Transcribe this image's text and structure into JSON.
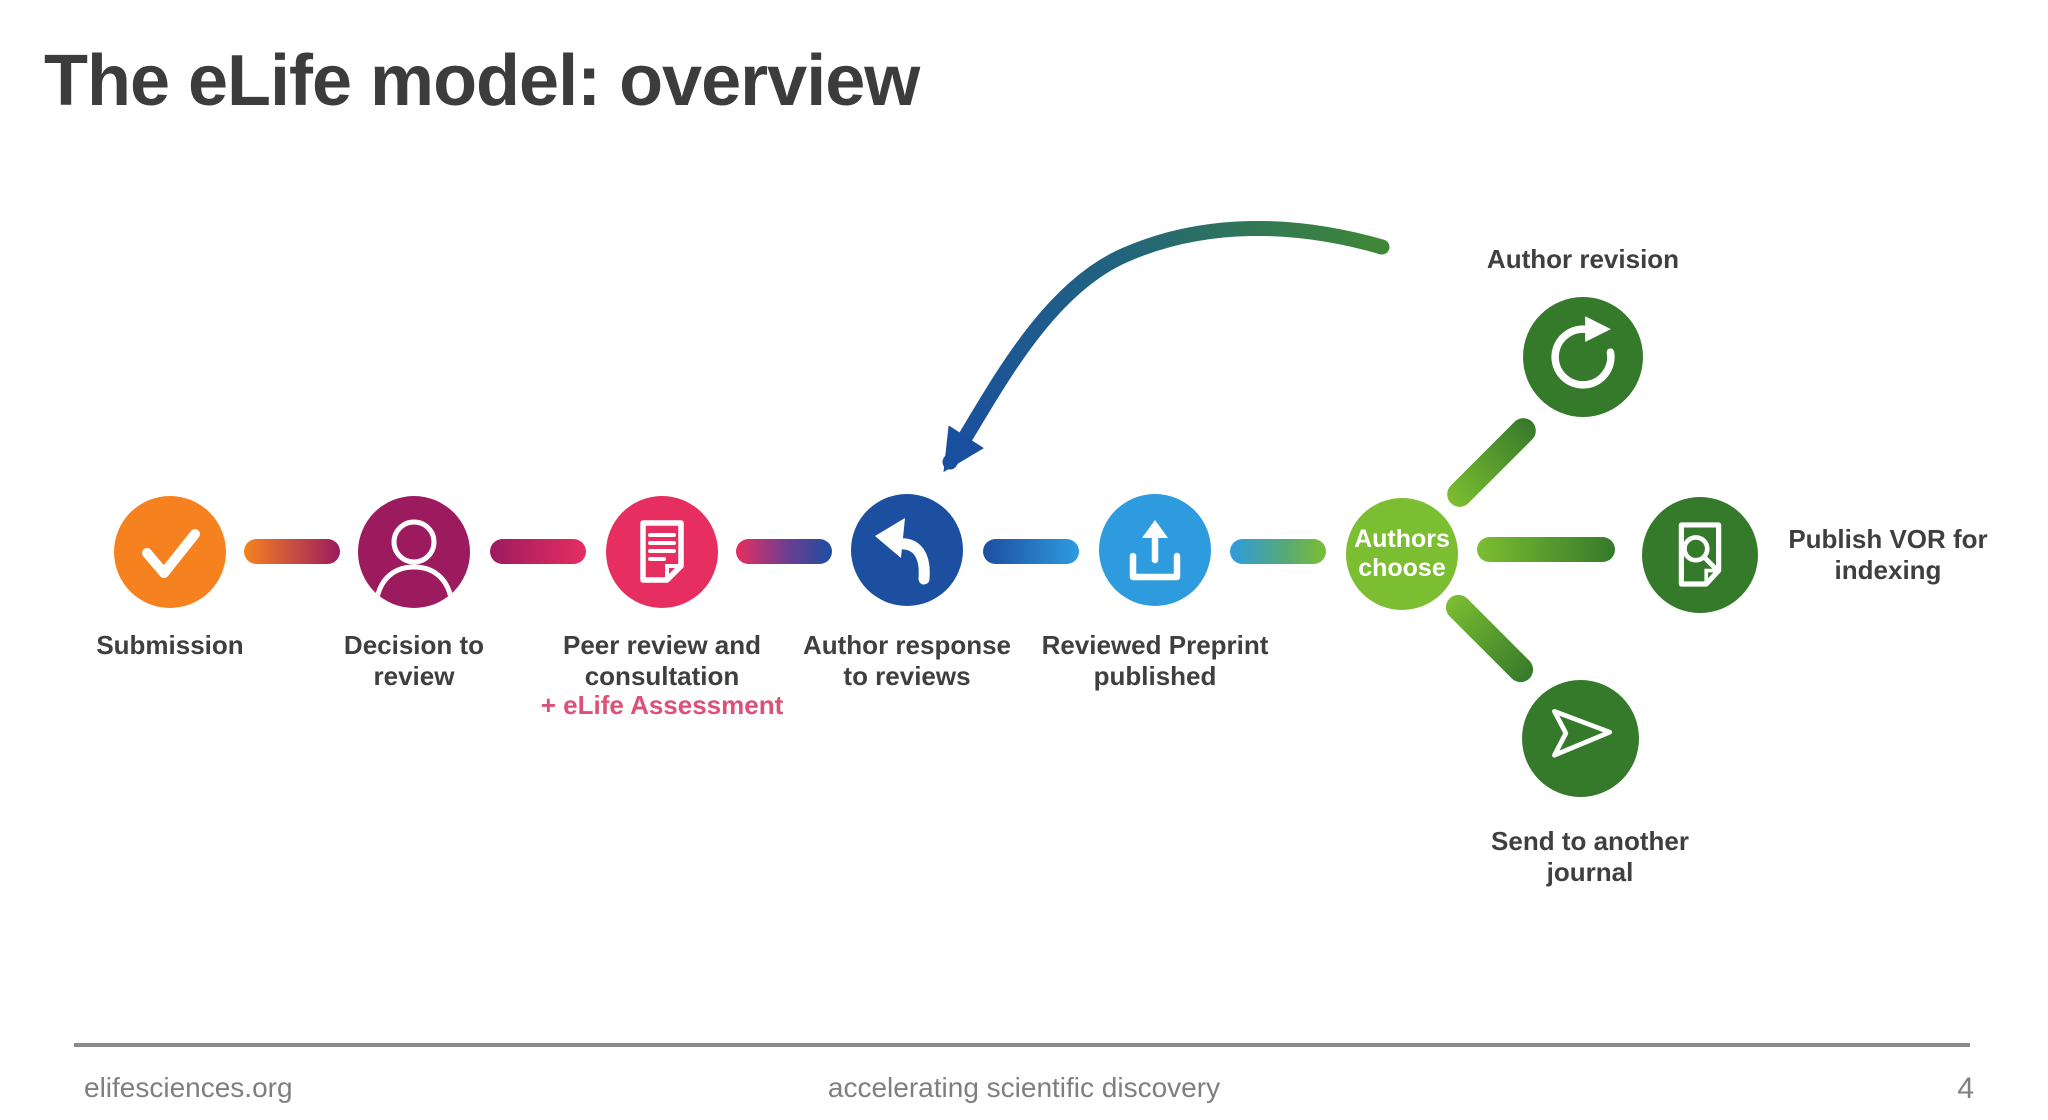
{
  "slide": {
    "title": "The eLife model: overview"
  },
  "flow": {
    "nodes": [
      {
        "label": "Submission",
        "icon": "check-icon",
        "color": "#f5821f"
      },
      {
        "label": "Decision to\nreview",
        "icon": "person-icon",
        "color": "#9c1b5f"
      },
      {
        "label": "Peer review and\nconsultation",
        "icon": "document-lines-icon",
        "color": "#e62e60",
        "note": "+ eLife Assessment",
        "note_color": "#dd5178"
      },
      {
        "label": "Author response\nto reviews",
        "icon": "reply-arrow-icon",
        "color": "#1c4fa0"
      },
      {
        "label": "Reviewed Preprint\npublished",
        "icon": "upload-icon",
        "color": "#2e9bdf"
      },
      {
        "label": "Authors\nchoose",
        "icon": "none",
        "color": "#7cbe31"
      },
      {
        "label": "Author revision",
        "icon": "refresh-icon",
        "color": "#35792b"
      },
      {
        "label": "Publish VOR for\nindexing",
        "icon": "document-search-icon",
        "color": "#35792b"
      },
      {
        "label": "Send to another\njournal",
        "icon": "paper-plane-icon",
        "color": "#35792b"
      }
    ],
    "connector_colors": {
      "orange": "#f5821f",
      "magenta": "#9c1b5f",
      "pink": "#e62e60",
      "dark_blue": "#1c4fa0",
      "light_blue": "#2e9bdf",
      "light_green": "#7cbe31",
      "dark_green": "#35792b"
    },
    "loop_arrow": {
      "from": "Author revision",
      "to": "Author response to reviews",
      "color_start": "#3e8735",
      "color_end": "#1a4f9f"
    }
  },
  "footer": {
    "site": "elifesciences.org",
    "tagline": "accelerating scientific discovery",
    "page_number": "4"
  }
}
